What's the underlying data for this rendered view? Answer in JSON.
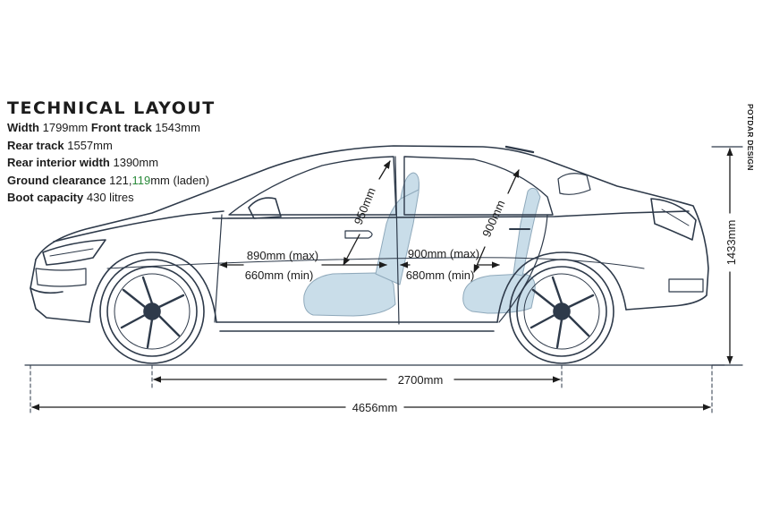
{
  "spec": {
    "title": "TECHNICAL LAYOUT",
    "width_label": "Width",
    "width_value": "1799mm",
    "front_track_label": "Front track",
    "front_track_value": "1543mm",
    "rear_track_label": "Rear track",
    "rear_track_value": "1557mm",
    "rear_interior_label": "Rear interior width",
    "rear_interior_value": "1390mm",
    "ground_clearance_label": "Ground clearance",
    "ground_clearance_value_1": "121,",
    "ground_clearance_value_2": "119",
    "ground_clearance_value_3": "mm (laden)",
    "boot_label": "Boot capacity",
    "boot_value": "430 litres"
  },
  "credit": "POTDAR DESIGN",
  "dimensions": {
    "wheelbase": "2700mm",
    "length": "4656mm",
    "height": "1433mm",
    "front_headroom": "950mm",
    "rear_headroom": "900mm",
    "front_legroom_max": "890mm (max)",
    "front_legroom_min": "660mm (min)",
    "rear_legroom_max": "900mm (max)",
    "rear_legroom_min": "680mm (min)"
  },
  "colors": {
    "line": "#2e3a4a",
    "seat_fill": "#c9dde9",
    "highlight_green": "#2a8a3a",
    "text": "#1c1c1c"
  }
}
